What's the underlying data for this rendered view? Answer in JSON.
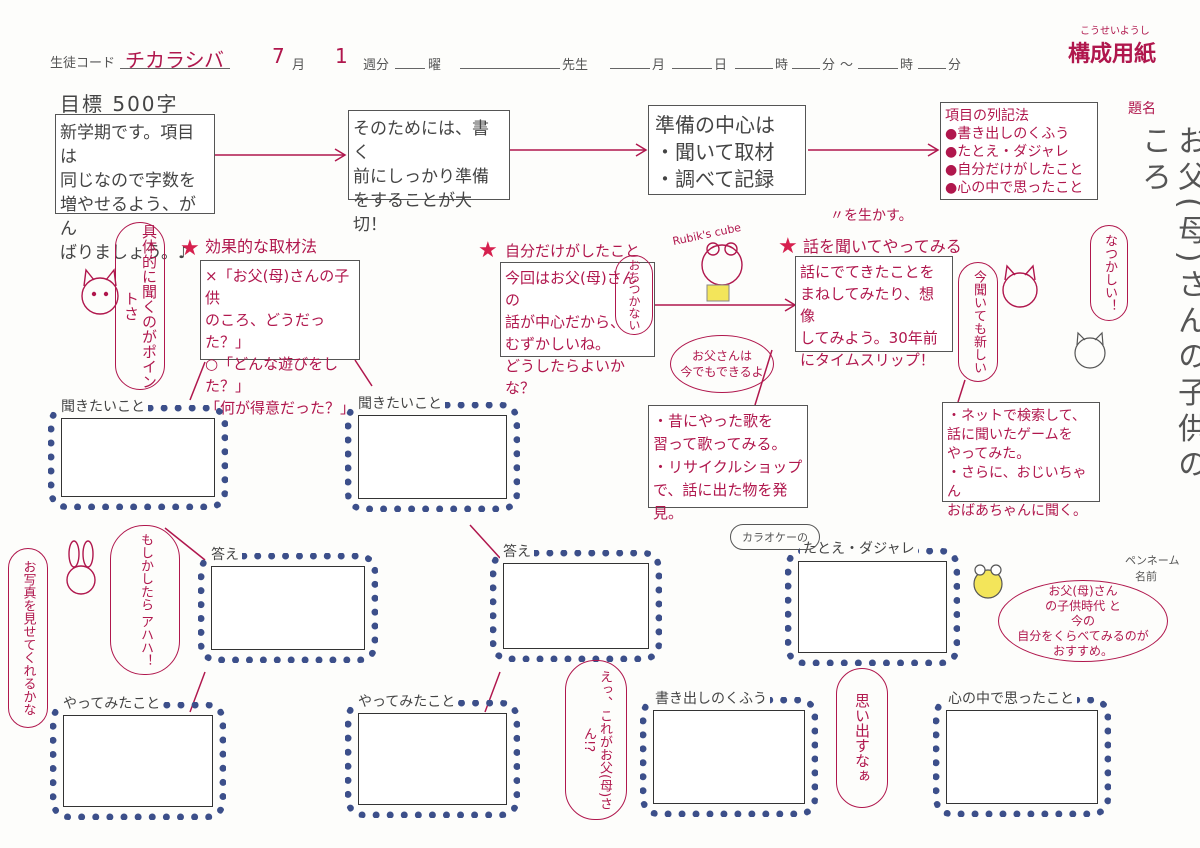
{
  "header": {
    "student_code_label": "生徒コード",
    "student_code_value": "チカラシバ",
    "month_value": "7",
    "month_unit": "月",
    "week_value": "1",
    "week_unit": "週分",
    "day_unit": "曜",
    "teacher_unit": "先生",
    "month2_unit": "月",
    "day2_unit": "日",
    "hour_unit": "時",
    "minute_unit": "分",
    "tilde": "～",
    "hour2_unit": "時",
    "minute2_unit": "分",
    "sheet_title": "構成用紙",
    "sheet_title_ruby": "こうせいようし"
  },
  "goal": {
    "label": "目標 500字",
    "box1": "新学期です。項目は\n同じなので字数を\n増やせるよう、がん\nばりましょう。♪",
    "box2": "そのためには、書く\n前にしっかり準備\nをすることが大切！",
    "box3": "準備の中心は\n・聞いて取材\n・調べて記録",
    "box4": "項目の列記法\n●書き出しのくふう\n●たとえ・ダジャレ\n●自分だけがしたこと\n●心の中で思ったこと"
  },
  "title_area": {
    "label": "題名",
    "vertical_title": "お父(母)さんの子供のころ"
  },
  "sections": {
    "effective_interview": {
      "heading": "効果的な取材法",
      "body": "×「お父(母)さんの子供\nのころ、どうだった？」\n○「どんな遊びをした？」\n「何が得意だった？」"
    },
    "only_me": {
      "heading": "自分だけがしたこと",
      "body": "今回はお父(母)さんの\n話が中心だから、\nむずかしいね。\nどうしたらよいかな？"
    },
    "listen_try": {
      "heading": "話を聞いてやってみる",
      "sub": "〃を生かす。",
      "body": "話にでてきたことを\nまねしてみたり、想像\nしてみよう。30年前\nにタイムスリップ！"
    },
    "song": {
      "body": "・昔にやった歌を\n習って歌ってみる。\n・リサイクルショップ\nで、話に出た物を発見。"
    },
    "internet": {
      "body": "・ネットで検索して、\n話に聞いたゲームを\nやってみた。\n・さらに、おじいちゃん\nおばあちゃんに聞く。"
    }
  },
  "frames": {
    "ask1": "聞きたいこと",
    "ask2": "聞きたいこと",
    "answer1": "答え",
    "answer2": "答え",
    "tried1": "やってみたこと",
    "tried2": "やってみたこと",
    "opening": "書き出しのくふう",
    "pun": "たとえ・ダジャレ",
    "heart": "心の中で思ったこと"
  },
  "bubbles": {
    "concrete": "具体的に聞くのがポイントさ",
    "calm": "おちつかない",
    "rubiks": "Rubik's cube",
    "dad_now": "お父さんは\n今でもできるよ",
    "nostalgic": "なつかしい！",
    "fresh": "今聞いても新しい",
    "maybe_apple": "もしかしたら\nアハハ！",
    "show_photo": "お写真を見せてくれるかな",
    "is_this": "えっ、これがお父(母)さん!?",
    "remember": "思い出すなぁ",
    "compare": "お父(母)さん\nの子供時代 と\n今の\n自分をくらべてみるのが\nおすすめ。",
    "karaoke": "カラオケーの"
  },
  "name_area": {
    "penname_label": "ペンネーム",
    "name_label": "名前"
  },
  "colors": {
    "accent": "#b0174d",
    "frame": "#3c4f8a",
    "star": "#d6204e"
  }
}
